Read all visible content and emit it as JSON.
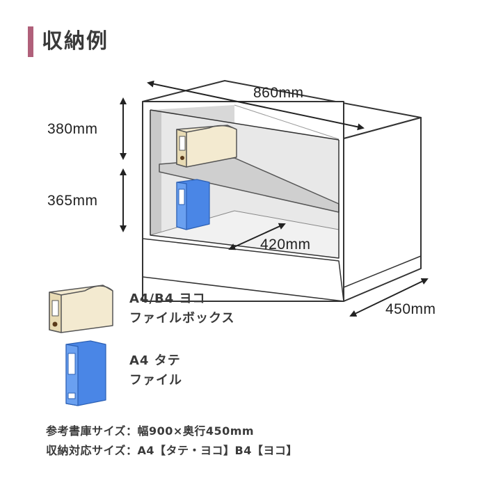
{
  "title": "収納例",
  "dimensions": {
    "width": "860mm",
    "upper_height": "380mm",
    "lower_height": "365mm",
    "inner_depth": "420mm",
    "depth": "450mm"
  },
  "legend": [
    {
      "line1": "A4/B4 ヨコ",
      "line2": "ファイルボックス",
      "icon": "file-box-icon"
    },
    {
      "line1": "A4 タテ",
      "line2": "ファイル",
      "icon": "binder-file-icon"
    }
  ],
  "specs": {
    "reference_size": "参考書庫サイズ：幅900×奥行450mm",
    "storage_size": "収納対応サイズ：A4【タテ・ヨコ】B4【ヨコ】"
  },
  "colors": {
    "accent": "#b0607a",
    "outline": "#333333",
    "file_box": "#f3ead0",
    "binder": "#4a86e6",
    "interior": "#e4e4e4"
  }
}
